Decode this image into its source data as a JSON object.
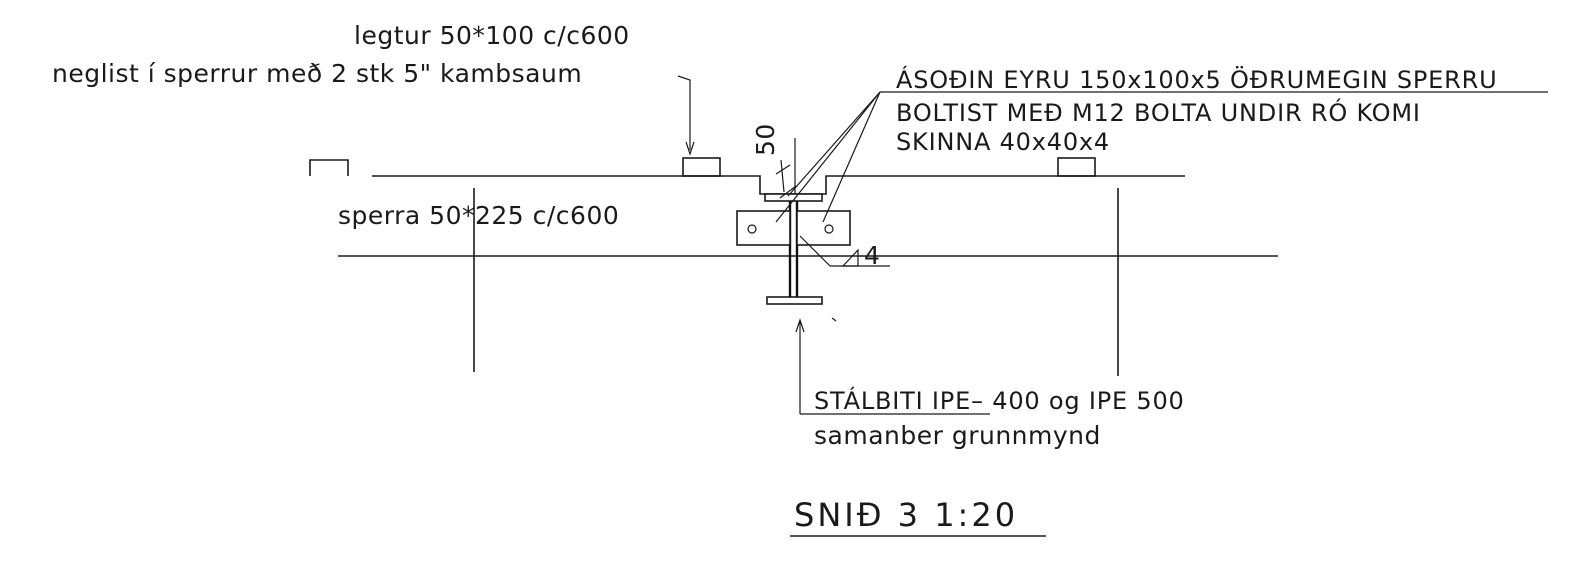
{
  "labels": {
    "legtur": "legtur 50*100 c/c600",
    "neglist": "neglist í sperrur með 2 stk 5\" kambsaum",
    "asodin": "ÁSOÐIN EYRU 150x100x5 ÖÐRUMEGIN SPERRU",
    "boltist": "BOLTIST MEÐ M12 BOLTA UNDIR RÓ KOMI",
    "skinna": "SKINNA 40x40x4",
    "sperra": "sperra 50*225 c/c600",
    "dim_50": "50",
    "weld_4": "4",
    "stalbiti": "STÁLBITI IPE– 400 og IPE 500",
    "samanber": "samanber grunnmynd",
    "title": "SNIÐ 3 1:20"
  },
  "colors": {
    "ink": "#1a1a1a",
    "paper": "#ffffff"
  }
}
